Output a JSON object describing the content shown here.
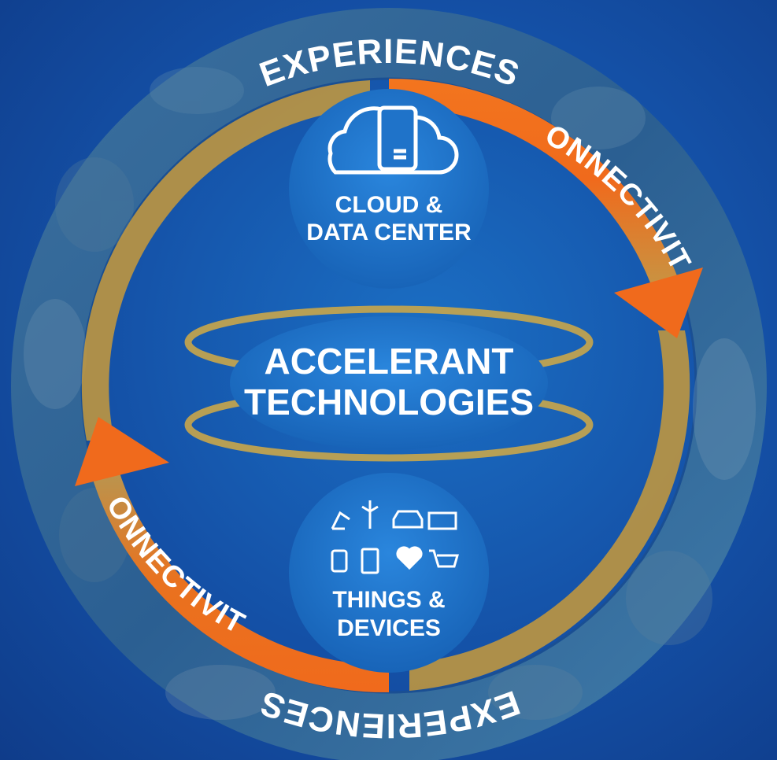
{
  "ring": {
    "top_label": "EXPERIENCES",
    "bottom_label": "EXPERIENCES"
  },
  "cycle": {
    "right_label": "CONNECTIVITY",
    "left_label": "CONNECTIVITY"
  },
  "top_node": {
    "line1": "CLOUD &",
    "line2": "DATA CENTER"
  },
  "center_node": {
    "line1": "ACCELERANT",
    "line2": "TECHNOLOGIES"
  },
  "bottom_node": {
    "line1": "THINGS &",
    "line2": "DEVICES"
  },
  "colors": {
    "background": "#1450a6",
    "ring": "#2a5e94",
    "arrow_orange": "#f06a1c",
    "arrow_gold": "#c89a3a",
    "node_blue": "#1f73c9",
    "gold_orbit": "#c9a64a"
  }
}
